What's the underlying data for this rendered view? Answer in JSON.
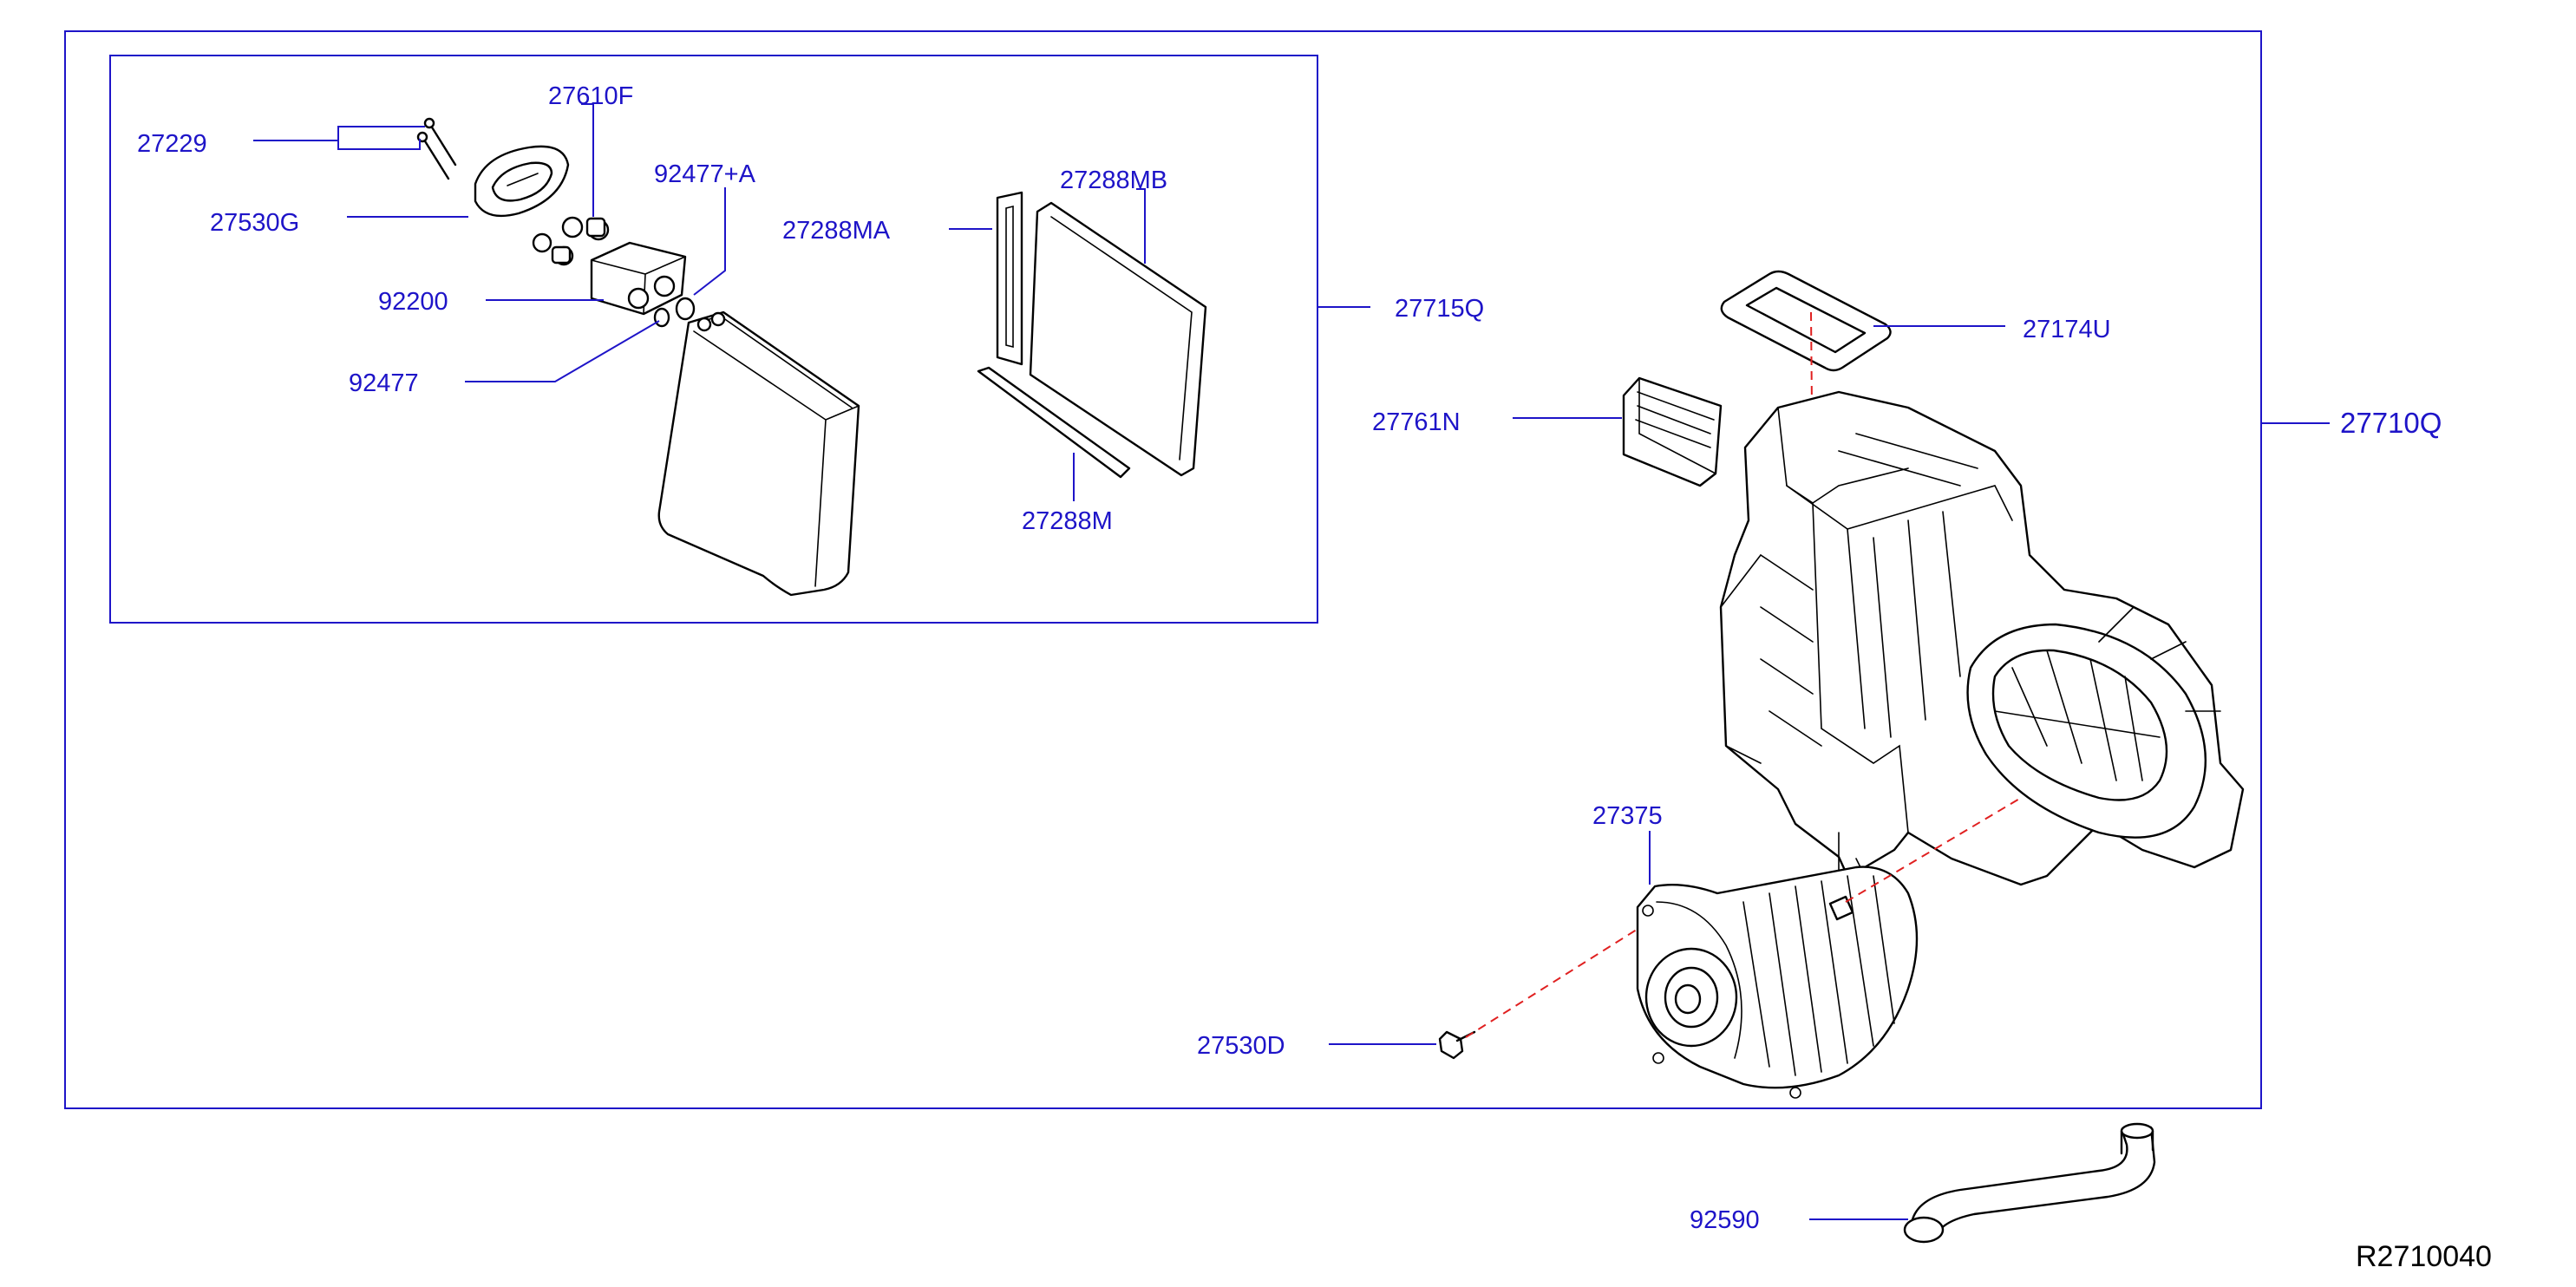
{
  "callouts": {
    "p27229": "27229",
    "p27610F": "27610F",
    "p27530G": "27530G",
    "p92477A": "92477+A",
    "p92200": "92200",
    "p92477": "92477",
    "p27288MA": "27288MA",
    "p27288MB": "27288MB",
    "p27288M": "27288M",
    "p27715Q": "27715Q",
    "p27174U": "27174U",
    "p27761N": "27761N",
    "p27710Q": "27710Q",
    "p27375": "27375",
    "p27530D": "27530D",
    "p92590": "92590"
  },
  "diagram_ref": "R2710040",
  "colors": {
    "callout": "#1e14c8",
    "line_art": "#000000",
    "phantom_line": "#e02020"
  }
}
